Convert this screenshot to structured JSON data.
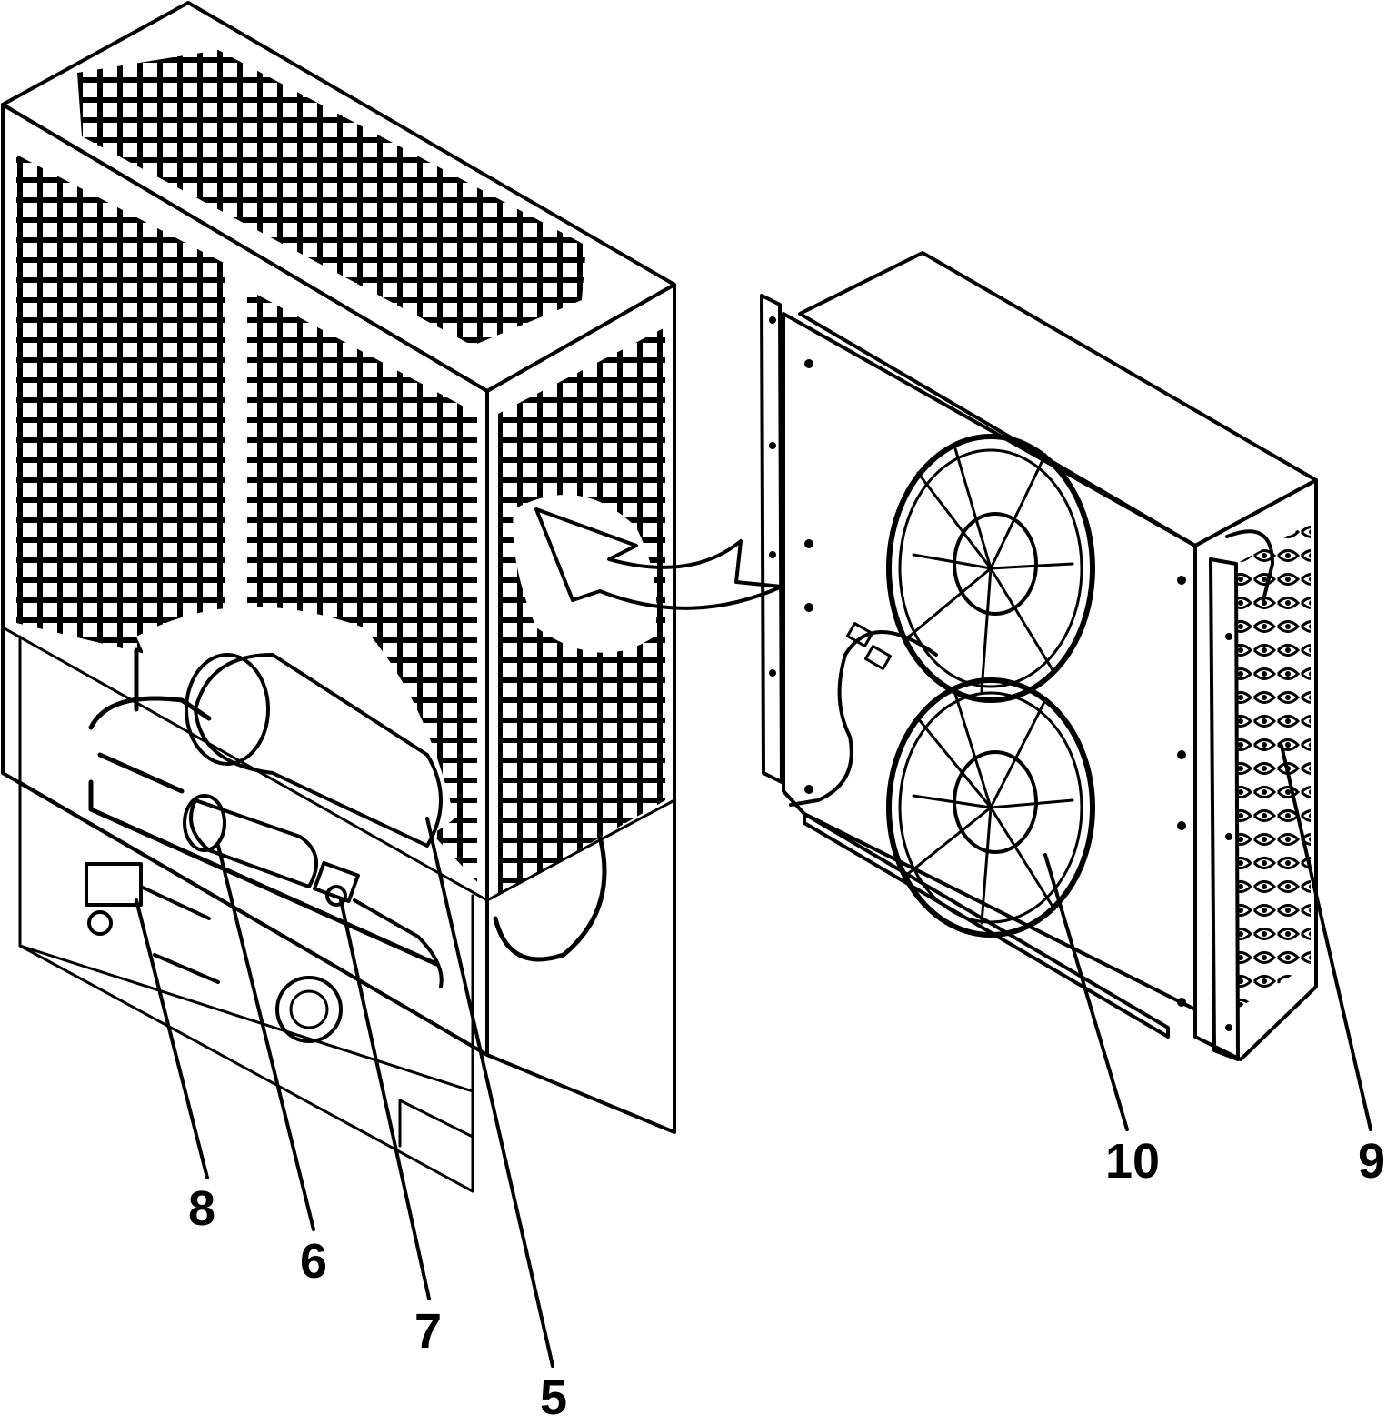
{
  "callouts": {
    "c5": "5",
    "c6": "6",
    "c7": "7",
    "c8": "8",
    "c9": "9",
    "c10": "10"
  },
  "colors": {
    "ink": "#000000",
    "paper": "#ffffff"
  }
}
